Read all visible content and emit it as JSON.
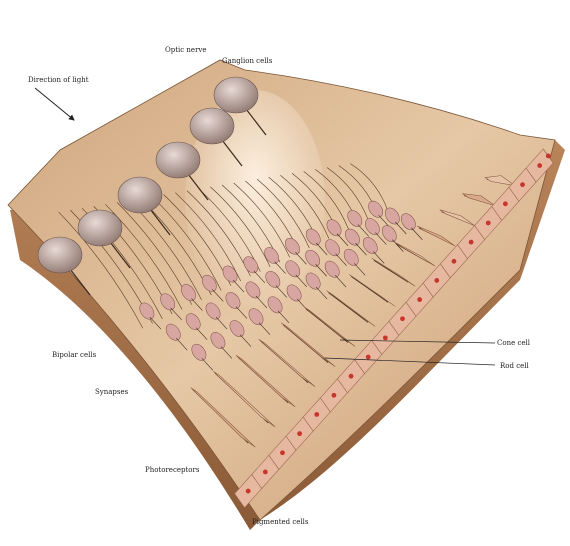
{
  "labels": {
    "direction_of_light": "Direction of light",
    "optic_nerve": "Optic nerve",
    "ganglion_cells": "Ganglion cells",
    "bipolar_cells": "Bipolar cells",
    "synapses": "Synapses",
    "photoreceptors": "Photoreceptors",
    "pigmented_cells": "Pigmented cells",
    "cone_cell": "Cone cell",
    "rod_cell": "Rod cell"
  },
  "colors": {
    "tissue": "#d9b08a",
    "tissue_light": "#ecd3b6",
    "tissue_dark": "#a97c56",
    "pigment_cell": "#e7b8a0",
    "nucleus": "#c6362a",
    "ganglion_soma": "#b39a94",
    "line": "#3a2a1e"
  }
}
